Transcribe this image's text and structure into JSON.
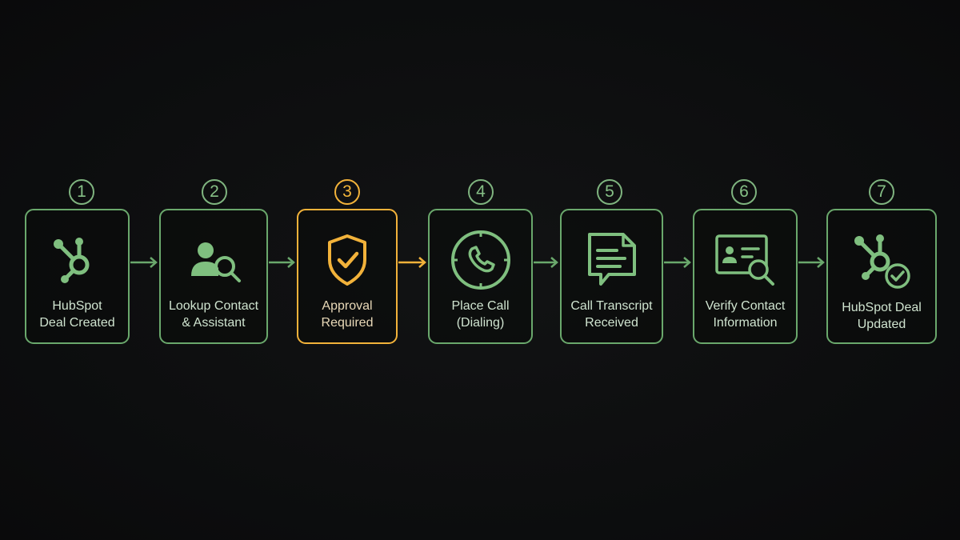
{
  "colors": {
    "background": "#0e0f10",
    "step_green": "#6aa86c",
    "icon_green": "#7fbf7f",
    "highlight_amber": "#f2b23a"
  },
  "steps": [
    {
      "number": "1",
      "label": "HubSpot\nDeal Created",
      "icon": "hubspot-icon",
      "highlighted": false
    },
    {
      "number": "2",
      "label": "Lookup Contact\n& Assistant",
      "icon": "person-search-icon",
      "highlighted": false
    },
    {
      "number": "3",
      "label": "Approval\nRequired",
      "icon": "shield-check-icon",
      "highlighted": true
    },
    {
      "number": "4",
      "label": "Place Call\n(Dialing)",
      "icon": "phone-icon",
      "highlighted": false
    },
    {
      "number": "5",
      "label": "Call Transcript\nReceived",
      "icon": "transcript-icon",
      "highlighted": false
    },
    {
      "number": "6",
      "label": "Verify Contact\nInformation",
      "icon": "id-card-search-icon",
      "highlighted": false
    },
    {
      "number": "7",
      "label": "HubSpot Deal\nUpdated",
      "icon": "hubspot-check-icon",
      "highlighted": false
    }
  ]
}
